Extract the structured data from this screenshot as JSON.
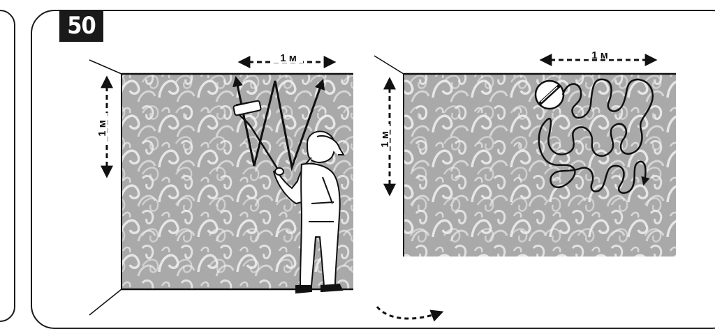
{
  "step": {
    "number": "50"
  },
  "panel_left": {
    "horizontal_dimension": "1 м",
    "vertical_dimension": "1 м",
    "technique": "W pattern roller strokes"
  },
  "panel_right": {
    "horizontal_dimension": "1 м",
    "vertical_dimension": "1 м",
    "technique": "serpentine smoothing"
  },
  "colors": {
    "wall": "#a9a9a9",
    "ink": "#111111",
    "frame": "#1a1a1a"
  }
}
